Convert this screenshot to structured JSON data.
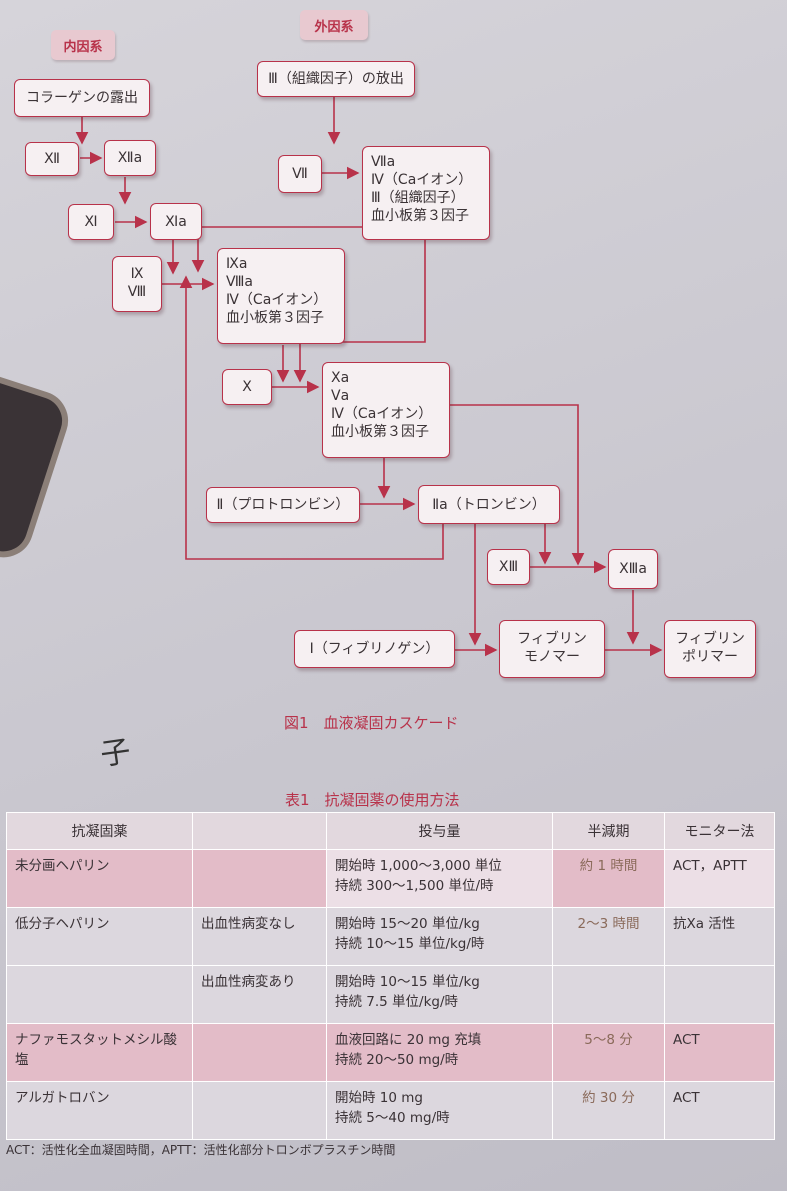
{
  "figure": {
    "caption": "図1　血液凝固カスケード",
    "tags": {
      "intrinsic": "内因系",
      "extrinsic": "外因系"
    },
    "nodes": {
      "collagen": "コラーゲンの露出",
      "f12": "Ⅻ",
      "f12a": "Ⅻa",
      "f11": "Ⅺ",
      "f11a": "Ⅺa",
      "f9_8": [
        "Ⅸ",
        "Ⅷ"
      ],
      "f3_release": "Ⅲ（組織因子）の放出",
      "f7": "Ⅶ",
      "complex7": [
        "Ⅶa",
        "Ⅳ（Caイオン）",
        "Ⅲ（組織因子）",
        "血小板第３因子"
      ],
      "complex9": [
        "Ⅸa",
        "Ⅷa",
        "Ⅳ（Caイオン）",
        "血小板第３因子"
      ],
      "f10": "Ⅹ",
      "complex10": [
        "Ⅹa",
        "Ⅴa",
        "Ⅳ（Caイオン）",
        "血小板第３因子"
      ],
      "prothrombin": "Ⅱ（プロトロンビン）",
      "thrombin": "Ⅱa（トロンビン）",
      "f13": "ⅩⅢ",
      "f13a": "ⅩⅢa",
      "fibrinogen": "Ⅰ（フィブリノゲン）",
      "fibrin_monomer": [
        "フィブリン",
        "モノマー"
      ],
      "fibrin_polymer": [
        "フィブリン",
        "ポリマー"
      ]
    }
  },
  "handwriting": "子",
  "table": {
    "caption": "表1　抗凝固薬の使用方法",
    "headers": [
      "抗凝固薬",
      "",
      "投与量",
      "半減期",
      "モニター法"
    ],
    "rows": [
      {
        "drug": "未分画ヘパリン",
        "condition": "",
        "dose": [
          "開始時 1,000〜3,000 単位",
          "持続 300〜1,500 単位/時"
        ],
        "halflife": "約 1 時間",
        "monitor": "ACT，APTT"
      },
      {
        "drug": "低分子ヘパリン",
        "condition": "出血性病変なし",
        "dose": [
          "開始時 15〜20 単位/kg",
          "持続 10〜15 単位/kg/時"
        ],
        "halflife": "2〜3 時間",
        "monitor": "抗Ⅹa 活性"
      },
      {
        "drug": "",
        "condition": "出血性病変あり",
        "dose": [
          "開始時 10〜15 単位/kg",
          "持続 7.5 単位/kg/時"
        ],
        "halflife": "",
        "monitor": ""
      },
      {
        "drug": "ナファモスタットメシル酸塩",
        "condition": "",
        "dose": [
          "血液回路に 20 mg 充填",
          "持続 20〜50 mg/時"
        ],
        "halflife": "5〜8 分",
        "monitor": "ACT"
      },
      {
        "drug": "アルガトロバン",
        "condition": "",
        "dose": [
          "開始時 10 mg",
          "持続 5〜40 mg/時"
        ],
        "halflife": "約 30 分",
        "monitor": "ACT"
      }
    ],
    "footnote": "ACT：活性化全血凝固時間，APTT：活性化部分トロンボプラスチン時間"
  },
  "colors": {
    "accent": "#b8324a",
    "box_fill": "#f6f0f2",
    "row_pink": "#e3bcc8"
  }
}
